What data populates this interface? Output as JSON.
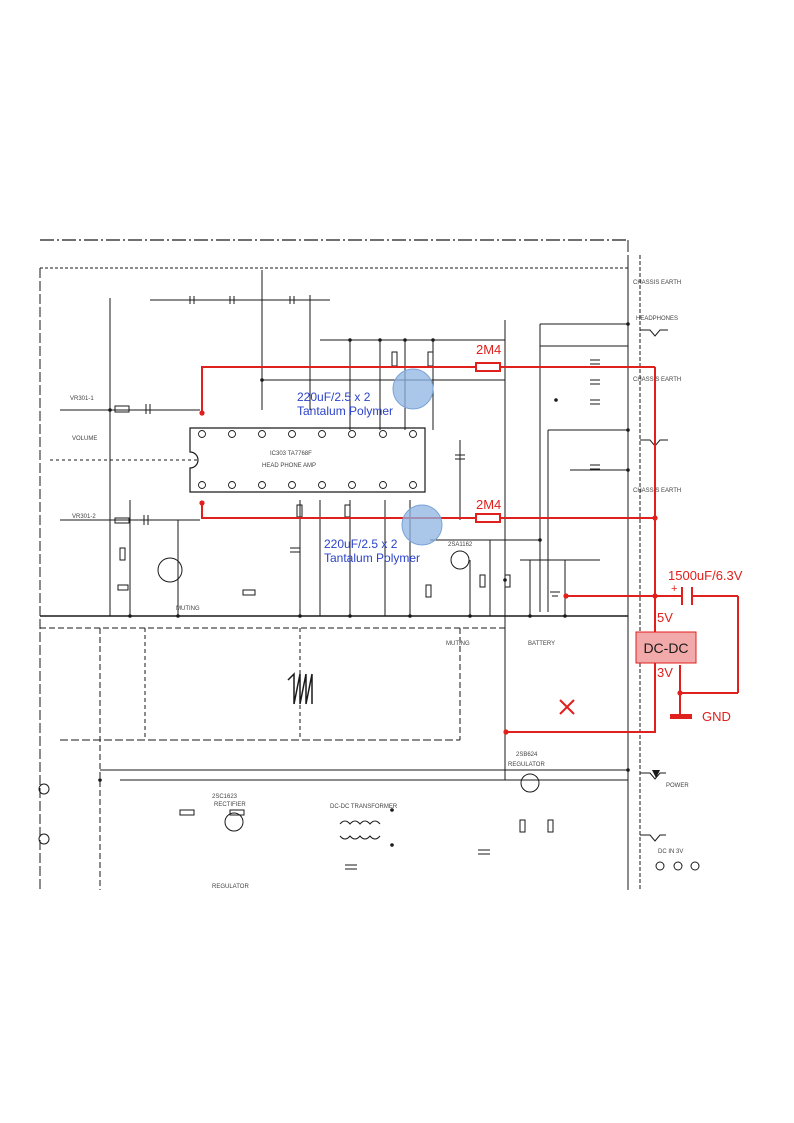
{
  "colors": {
    "modification": "#e0201c",
    "capacitor_note": "#2b43c8",
    "capacitor_highlight": "#8eb4e3",
    "dcdc_fill": "#f2a9a9",
    "schematic_ink": "#1a1a1a"
  },
  "annotations": {
    "resistor_top": "2M4",
    "resistor_bottom": "2M4",
    "cap_note_top_line1": "220uF/2.5 x 2",
    "cap_note_top_line2": "Tantalum Polymer",
    "cap_note_bottom_line1": "220uF/2.5 x 2",
    "cap_note_bottom_line2": "Tantalum Polymer",
    "bulk_cap": "1500uF/6.3V",
    "plus_sign": "+",
    "converter": "DC-DC",
    "v_in": "5V",
    "v_out": "3V",
    "ground": "GND",
    "cut_mark": "X"
  },
  "schematic_labels": {
    "ic": "IC303 TA7768F",
    "ic_sub": "HEAD PHONE AMP",
    "volume": "VOLUME",
    "vr301": "VR301-1",
    "vr301b": "VR301-2",
    "chassis_earth_1": "CHASSIS EARTH",
    "chassis_earth_2": "CHASSIS EARTH",
    "chassis_earth_3": "CHASSIS EARTH",
    "headphones": "HEADPHONES",
    "battery": "BATTERY",
    "muting": "MUTING",
    "muting2": "MUTING",
    "regulator": "REGULATOR",
    "regulator2": "REGULATOR",
    "rectifier": "RECTIFIER",
    "transformer": "DC-DC TRANSFORMER",
    "power": "POWER",
    "dc_in": "DC IN 3V",
    "q301": "2SA1162",
    "q302": "2SB624",
    "q701": "2SC1623"
  }
}
